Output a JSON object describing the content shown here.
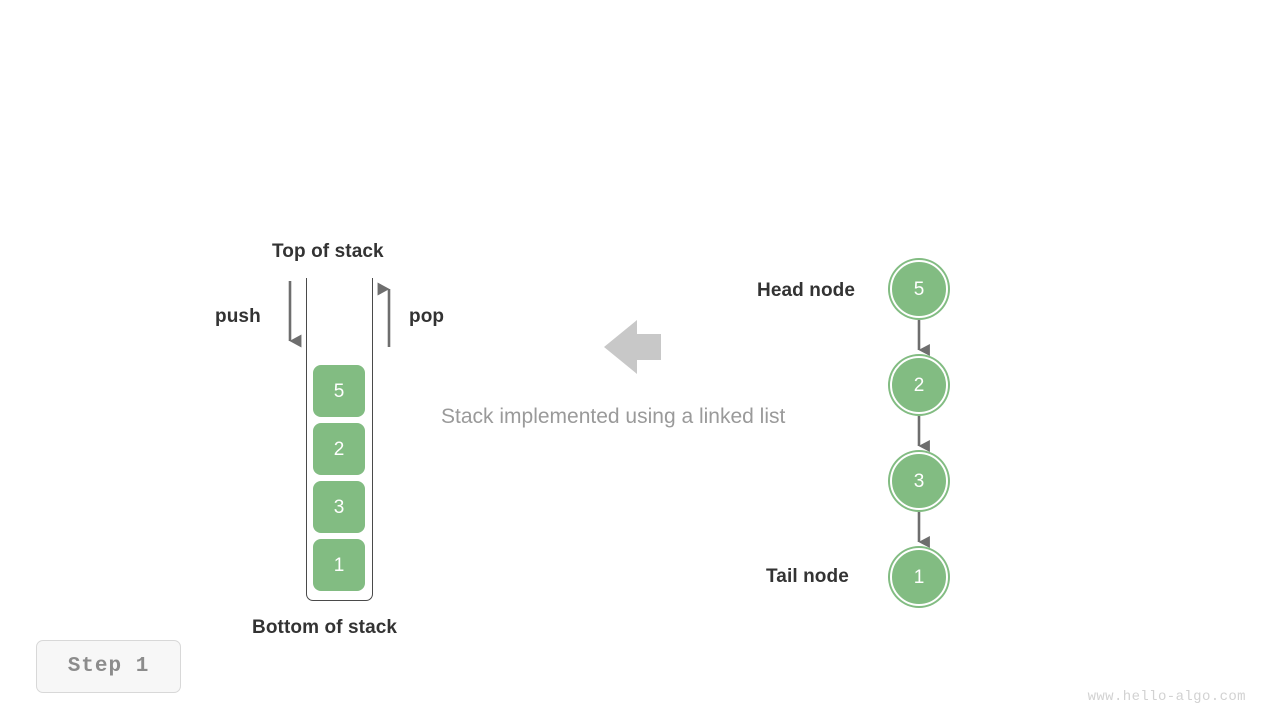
{
  "diagram": {
    "caption": "Stack implemented using a linked list",
    "colors": {
      "node_green": "#82bc82",
      "outline_gray": "#4a4a4a",
      "arrow_gray": "#6e6e6e",
      "big_arrow_gray": "#c8c8c8",
      "label_text": "#333333",
      "caption_text": "#9a9a9a",
      "badge_text": "#8c8c8c",
      "watermark_text": "#d2d2d2"
    }
  },
  "stack": {
    "top_label": "Top of stack",
    "bottom_label": "Bottom of stack",
    "push_label": "push",
    "pop_label": "pop",
    "items": [
      {
        "value": "5"
      },
      {
        "value": "2"
      },
      {
        "value": "3"
      },
      {
        "value": "1"
      }
    ]
  },
  "linked_list": {
    "head_label": "Head node",
    "tail_label": "Tail node",
    "nodes": [
      {
        "value": "5"
      },
      {
        "value": "2"
      },
      {
        "value": "3"
      },
      {
        "value": "1"
      }
    ]
  },
  "footer": {
    "step_label": "Step 1",
    "watermark": "www.hello-algo.com"
  }
}
